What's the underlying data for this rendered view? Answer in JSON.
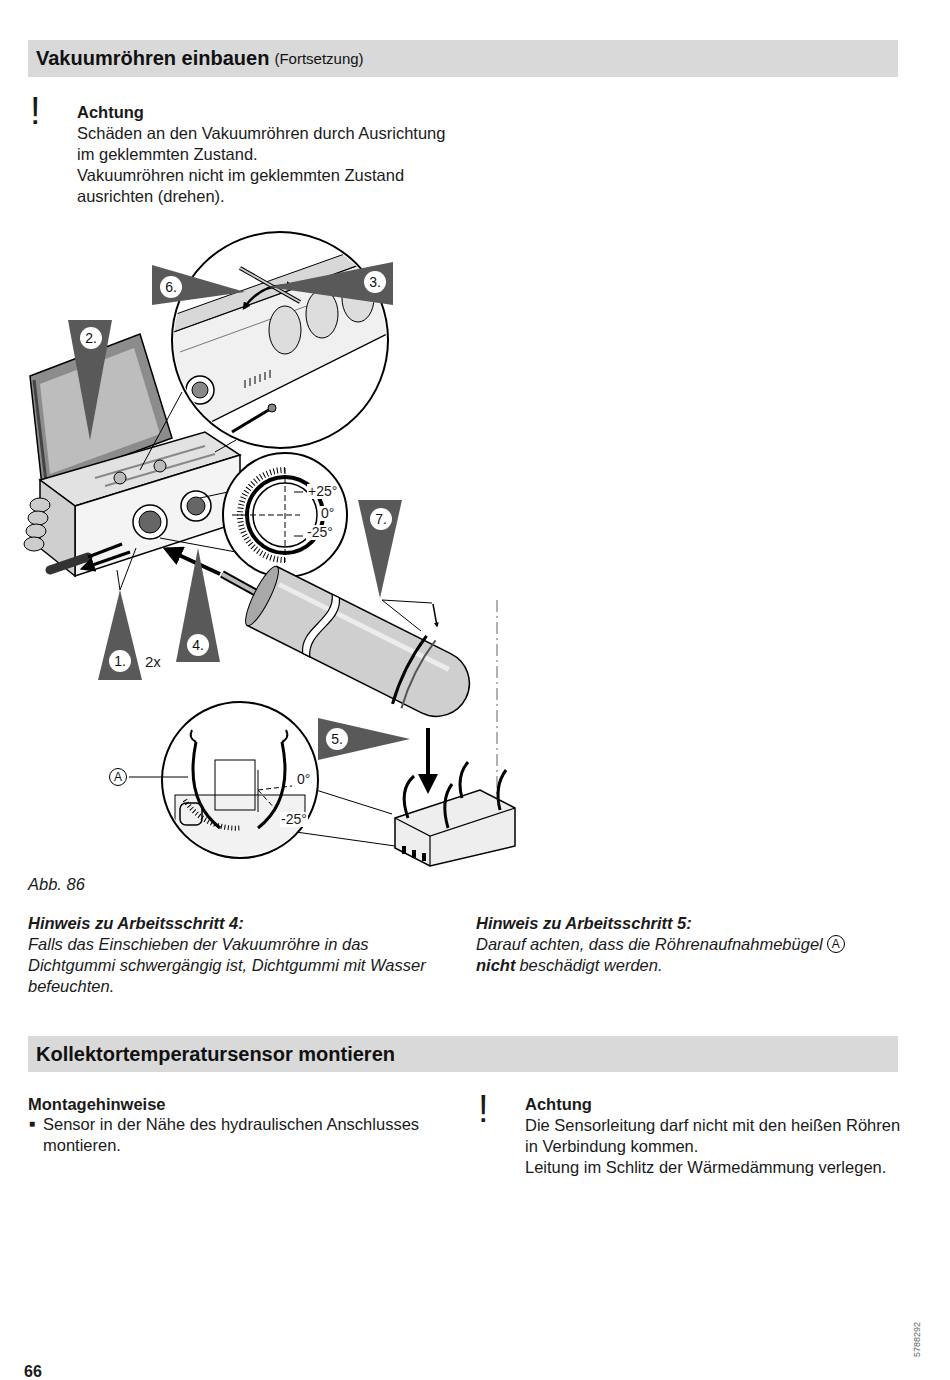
{
  "diagram": {
    "title": "Vakuumröhren einbauen",
    "caption": "Abb. 86",
    "nodes": [
      {
        "text": [
          "6."
        ]
      },
      {
        "text": [
          "3."
        ]
      },
      {
        "text": [
          "2."
        ]
      },
      {
        "text": [
          "7."
        ]
      },
      {
        "text": [
          "4."
        ]
      },
      {
        "text": [
          "1."
        ]
      },
      {
        "text": [
          "5."
        ]
      },
      {
        "text": [
          "A"
        ]
      },
      {
        "text": [
          "A"
        ]
      },
      {
        "text": [
          "Kollektortemperatursensor montieren"
        ]
      }
    ],
    "labels": [
      "(Fortsetzung)",
      "!",
      "Achtung",
      "Schäden an den Vakuumröhren durch Ausrichtung im geklemmten Zustand.",
      "Vakuumröhren nicht im geklemmten Zustand ausrichten (drehen).",
      "+25°",
      "0°",
      "-25°",
      "2x",
      "0°",
      "-25°",
      "Hinweis zu Arbeitsschritt 4:",
      "Falls das Einschieben der Vakuumröhre in das Dichtgummi schwergängig ist, Dichtgummi mit Wasser befeuchten.",
      "Hinweis zu Arbeitsschritt 5:",
      "Darauf achten, dass die Röhrenaufnahmebügel",
      "nicht",
      "beschädigt werden.",
      "Montagehinweise",
      "■",
      "Sensor in der Nähe des hydraulischen Anschlusses montieren.",
      "!",
      "Achtung",
      "Die Sensorleitung darf nicht mit den heißen Röhren in Verbindung kommen.",
      "Leitung im Schlitz der Wärmedämmung verlegen.",
      "66",
      "5788292"
    ]
  }
}
